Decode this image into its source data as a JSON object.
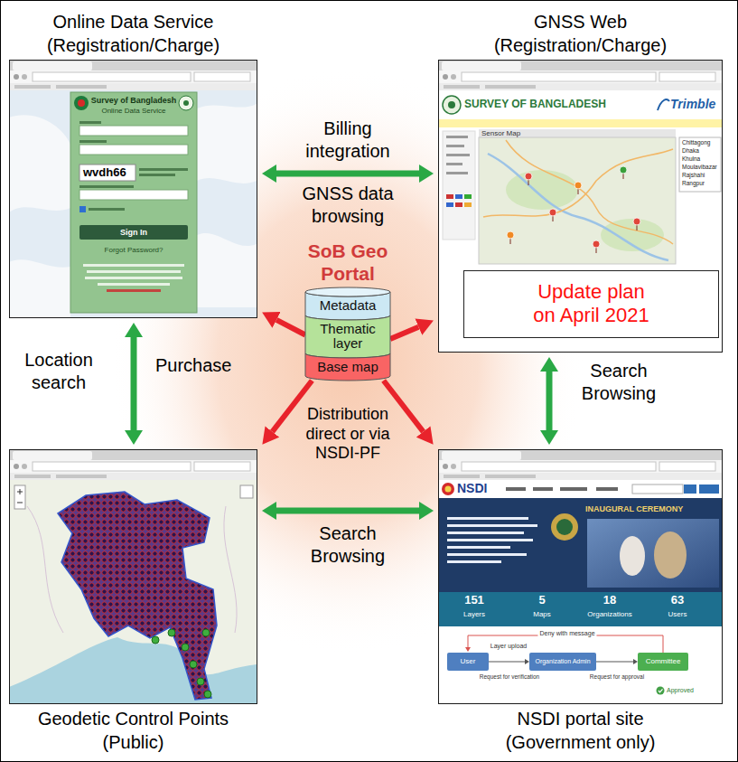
{
  "diagram": {
    "nodes": [
      {
        "text": [
          "Online Data Service (Registration/Charge)"
        ]
      },
      {
        "text": [
          "GNSS Web (Registration/Charge)"
        ]
      },
      {
        "text": [
          "Update plan on April 2021"
        ],
        "in": 1
      },
      {
        "text": [
          "SoB Geo Portal"
        ]
      },
      {
        "text": [
          "Metadata"
        ],
        "in": 3
      },
      {
        "text": [
          "Thematic layer"
        ],
        "in": 3
      },
      {
        "text": [
          "Base map"
        ],
        "in": 3
      },
      {
        "text": [
          "Geodetic Control Points (Public)"
        ]
      },
      {
        "text": [
          "NSDI portal site (Government only)"
        ]
      }
    ],
    "edges": [
      {
        "from": 0,
        "to": 1,
        "arrow": "both",
        "label": "Billing integration"
      },
      {
        "from": 0,
        "to": 7,
        "arrow": "both",
        "label": "Location search"
      },
      {
        "from": 1,
        "to": 8,
        "arrow": "both",
        "label": "Search Browsing"
      },
      {
        "from": 7,
        "to": 8,
        "arrow": "both",
        "label": "Search Browsing"
      },
      {
        "from": 3,
        "to": 0,
        "arrow": "to"
      },
      {
        "from": 3,
        "to": 1,
        "arrow": "to"
      },
      {
        "from": 3,
        "to": 7,
        "arrow": "to"
      },
      {
        "from": 3,
        "to": 8,
        "arrow": "to"
      }
    ],
    "labels": [
      "GNSS data browsing",
      "Purchase",
      "Distribution direct or via NSDI-PF",
      "Survey of Bangladesh",
      "Online Data Service",
      "wvdh66",
      "Sign In",
      "Forgot Password?",
      "SURVEY OF BANGLADESH",
      "Trimble",
      "Sensor Map",
      "Chittagong",
      "Dhaka",
      "Khulna",
      "Moulavibazar",
      "Rajshahi",
      "Rangpur",
      "NSDI",
      "INAUGURAL CEREMONY",
      "151",
      "Layers",
      "5",
      "Maps",
      "18",
      "Organizations",
      "63",
      "Users",
      "Deny with message",
      "User",
      "Organization Admin",
      "Committee",
      "Layer upload",
      "Request for verification",
      "Request for approval",
      "Approved"
    ]
  }
}
